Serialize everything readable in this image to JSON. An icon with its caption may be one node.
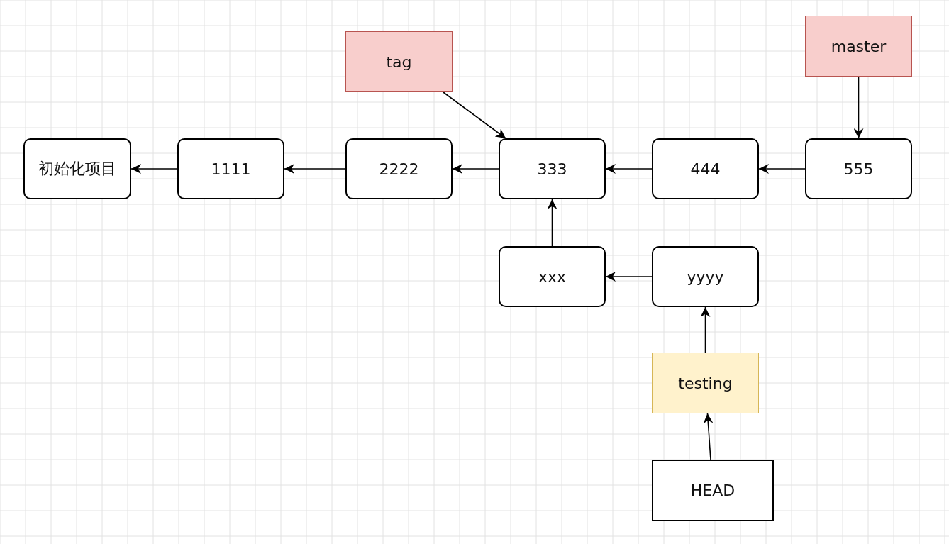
{
  "diagram": {
    "nodes": [
      {
        "text": [
          "tag"
        ]
      },
      {
        "text": [
          "master"
        ]
      },
      {
        "text": [
          "初始化项目"
        ]
      },
      {
        "text": [
          "1111"
        ]
      },
      {
        "text": [
          "2222"
        ]
      },
      {
        "text": [
          "333"
        ]
      },
      {
        "text": [
          "444"
        ]
      },
      {
        "text": [
          "555"
        ]
      },
      {
        "text": [
          "xxx"
        ]
      },
      {
        "text": [
          "yyyy"
        ]
      },
      {
        "text": [
          "testing"
        ]
      },
      {
        "text": [
          "HEAD"
        ]
      }
    ],
    "edges": [
      {
        "from": 3,
        "to": 2,
        "arrow": "to"
      },
      {
        "from": 4,
        "to": 3,
        "arrow": "to"
      },
      {
        "from": 5,
        "to": 4,
        "arrow": "to"
      },
      {
        "from": 6,
        "to": 5,
        "arrow": "to"
      },
      {
        "from": 7,
        "to": 6,
        "arrow": "to"
      },
      {
        "from": 0,
        "to": 5,
        "arrow": "to"
      },
      {
        "from": 1,
        "to": 7,
        "arrow": "to"
      },
      {
        "from": 8,
        "to": 5,
        "arrow": "to"
      },
      {
        "from": 9,
        "to": 8,
        "arrow": "to"
      },
      {
        "from": 10,
        "to": 9,
        "arrow": "to"
      },
      {
        "from": 11,
        "to": 10,
        "arrow": "to"
      }
    ]
  }
}
